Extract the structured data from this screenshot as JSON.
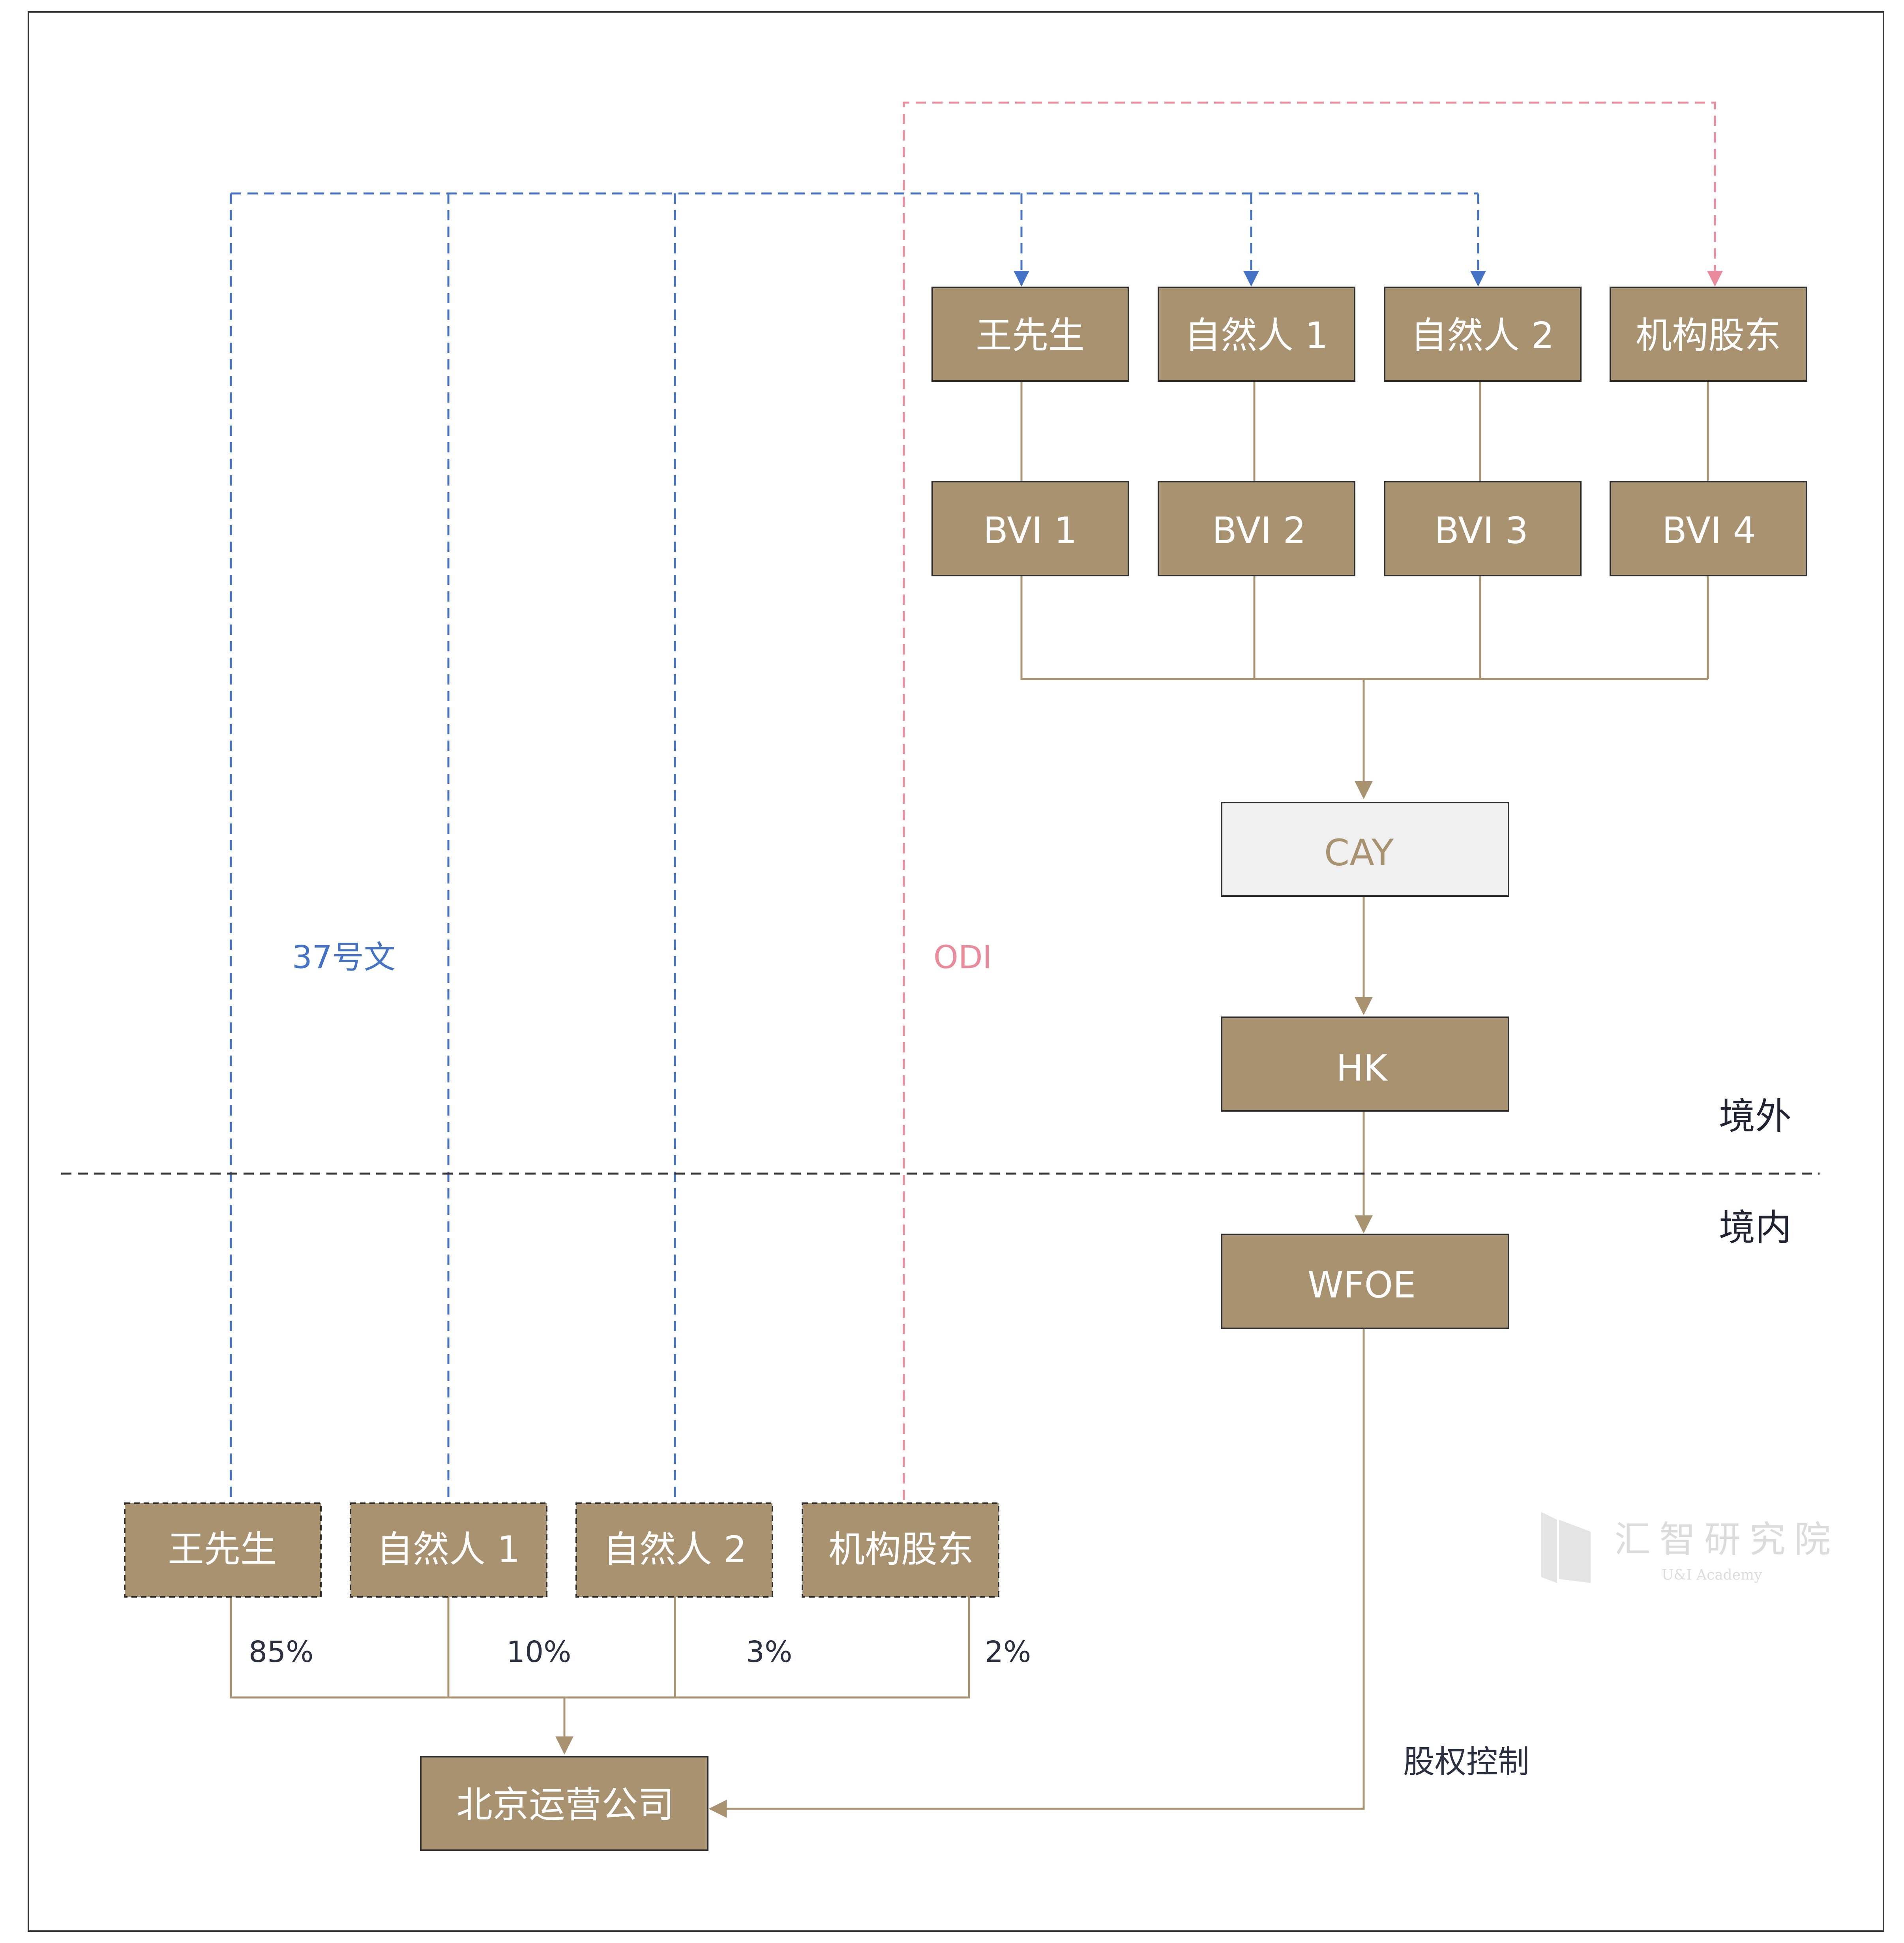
{
  "colors": {
    "box_fill": "#a89270",
    "box_stroke": "#2b2b2b",
    "connector": "#a89270",
    "circular37_line": "#4472c4",
    "odi_line": "#ea8b9c",
    "cay_fill": "#f0f0f0",
    "cay_text": "#a89270",
    "border_divider": "#333333"
  },
  "offshore": {
    "holders": [
      "王先生",
      "自然人 1",
      "自然人 2",
      "机构股东"
    ],
    "bvis": [
      "BVI 1",
      "BVI 2",
      "BVI 3",
      "BVI 4"
    ],
    "cay": "CAY",
    "hk": "HK"
  },
  "onshore": {
    "wfoe": "WFOE",
    "holders": [
      "王先生",
      "自然人 1",
      "自然人 2",
      "机构股东"
    ],
    "percentages": [
      "85%",
      "10%",
      "3%",
      "2%"
    ],
    "company": "北京运营公司"
  },
  "zones": {
    "offshore_label": "境外",
    "onshore_label": "境内"
  },
  "labels": {
    "circular37": "37号文",
    "odi": "ODI",
    "equity_control": "股权控制"
  },
  "watermark": {
    "name_cn": "汇智研究院",
    "name_en": "U&I Academy"
  }
}
